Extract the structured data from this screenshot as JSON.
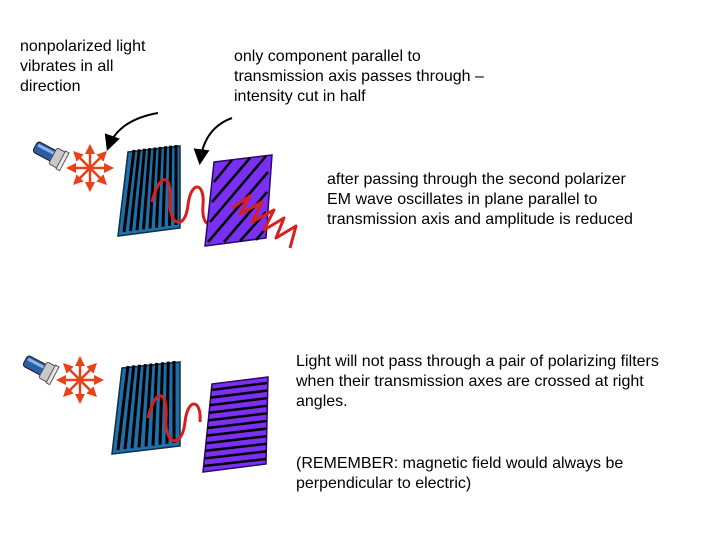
{
  "labels": {
    "nonpolarized": "nonpolarized light\nvibrates in all\ndirection",
    "parallel_component": "only component parallel to\ntransmission axis passes through –\nintensity cut in half",
    "second_polarizer": "after passing through the second polarizer\nEM wave oscillates in plane parallel to\ntransmission axis and amplitude is reduced",
    "crossed": "Light will not pass through a pair of polarizing filters\nwhen their transmission axes are crossed at right\nangles.",
    "remember": "(REMEMBER: magnetic field would always be\nperpendicular to electric)"
  },
  "colors": {
    "polarizer_blue": "#1f6fa8",
    "polarizer_purple": "#7b2ff2",
    "wave_red": "#d91e1e",
    "light_burst": "#e8421a",
    "text": "#000000"
  },
  "icons": [
    "flashlight-icon",
    "light-burst-icon",
    "arrow-icon"
  ]
}
